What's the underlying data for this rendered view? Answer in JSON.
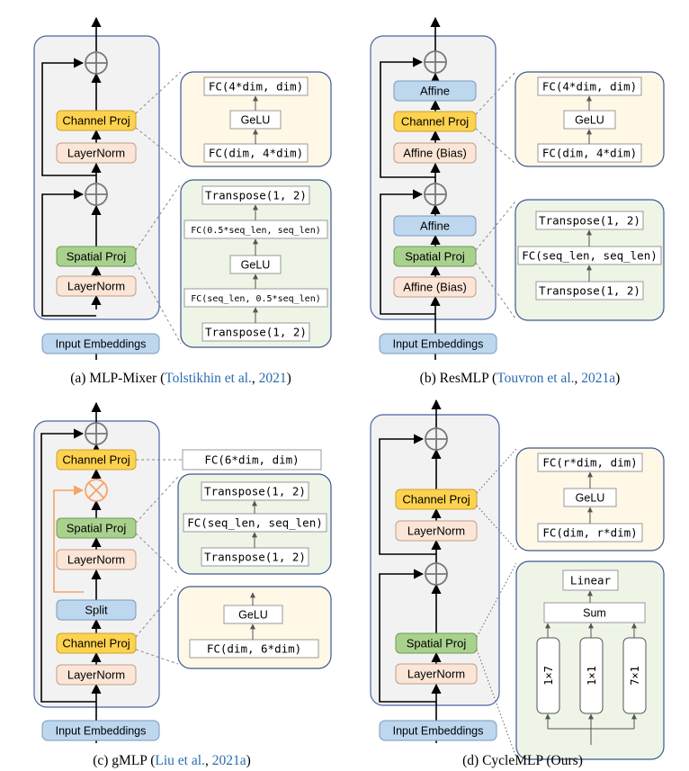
{
  "colors": {
    "panel_fill": "#f2f2f2",
    "panel_stroke": "#4a66a3",
    "yellow_fill": "#fdd24f",
    "yellow_stroke": "#c9a231",
    "peach_fill": "#fbe5d6",
    "peach_stroke": "#c09f86",
    "green_fill": "#a9d18e",
    "green_stroke": "#6f9a52",
    "blue_fill": "#bdd7ee",
    "blue_stroke": "#7a99bb",
    "detail_yellow_fill": "#fff8e6",
    "detail_green_fill": "#eef5e6",
    "detail_stroke": "#3d5891",
    "link": "#2a6bb0",
    "gate_line": "#f4a36a"
  },
  "common": {
    "input_embeddings": "Input Embeddings",
    "channel_proj": "Channel Proj",
    "spatial_proj": "Spatial Proj",
    "layernorm": "LayerNorm",
    "gelu": "GeLU",
    "transpose": "Transpose(1, 2)"
  },
  "a": {
    "fc_top": "FC(4*dim, dim)",
    "fc_bottom": "FC(dim, 4*dim)",
    "fc_spatial_top": "FC(0.5*seq_len, seq_len)",
    "fc_spatial_bottom": "FC(seq_len, 0.5*seq_len)",
    "caption_prefix": "(a) MLP-Mixer (",
    "caption_author": "Tolstikhin et al.",
    "caption_sep": ", ",
    "caption_year": "2021",
    "caption_suffix": ")"
  },
  "b": {
    "affine": "Affine",
    "affine_bias": "Affine (Bias)",
    "fc_top": "FC(4*dim, dim)",
    "fc_bottom": "FC(dim, 4*dim)",
    "fc_spatial": "FC(seq_len, seq_len)",
    "caption_prefix": "(b) ResMLP (",
    "caption_author": "Touvron et al.",
    "caption_sep": ", ",
    "caption_year": "2021a",
    "caption_suffix": ")"
  },
  "c": {
    "split": "Split",
    "fc_out": "FC(6*dim, dim)",
    "fc_spatial": "FC(seq_len, seq_len)",
    "fc_in": "FC(dim, 6*dim)",
    "caption_prefix": "(c) gMLP (",
    "caption_author": "Liu et al.",
    "caption_sep": ", ",
    "caption_year": "2021a",
    "caption_suffix": ")"
  },
  "d": {
    "fc_top": "FC(r*dim, dim)",
    "fc_bottom": "FC(dim, r*dim)",
    "linear": "Linear",
    "sum": "Sum",
    "k1": "1×7",
    "k2": "1×1",
    "k3": "7×1",
    "caption": "(d) CycleMLP (Ours)"
  }
}
